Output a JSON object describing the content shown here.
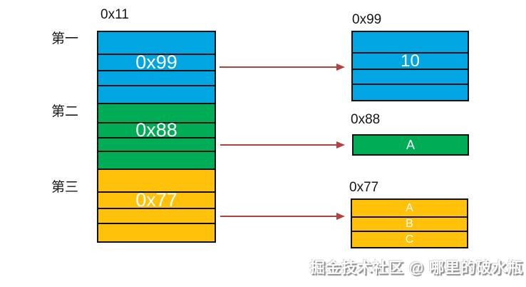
{
  "stack": {
    "address_label": "0x11",
    "group_labels": [
      "第一",
      "第二",
      "第三"
    ],
    "sections": [
      {
        "name": "first-block",
        "color": "#00A5E2",
        "value_label": "0x99"
      },
      {
        "name": "second-block",
        "color": "#00AC55",
        "value_label": "0x88"
      },
      {
        "name": "third-block",
        "color": "#FFC10A",
        "value_label": "0x77"
      }
    ]
  },
  "detail_blocks": [
    {
      "address_label": "0x99",
      "color": "#00A5E2",
      "cells": [
        "",
        "10",
        "",
        ""
      ]
    },
    {
      "address_label": "0x88",
      "color": "#00AC55",
      "cells": [
        "A"
      ]
    },
    {
      "address_label": "0x77",
      "color": "#FFC10A",
      "cells": [
        "A",
        "B",
        "C"
      ]
    }
  ],
  "arrows": {
    "color": "#B0433F"
  },
  "watermark": {
    "text": "掘金技术社区 @ 哪里的破水瓶"
  }
}
